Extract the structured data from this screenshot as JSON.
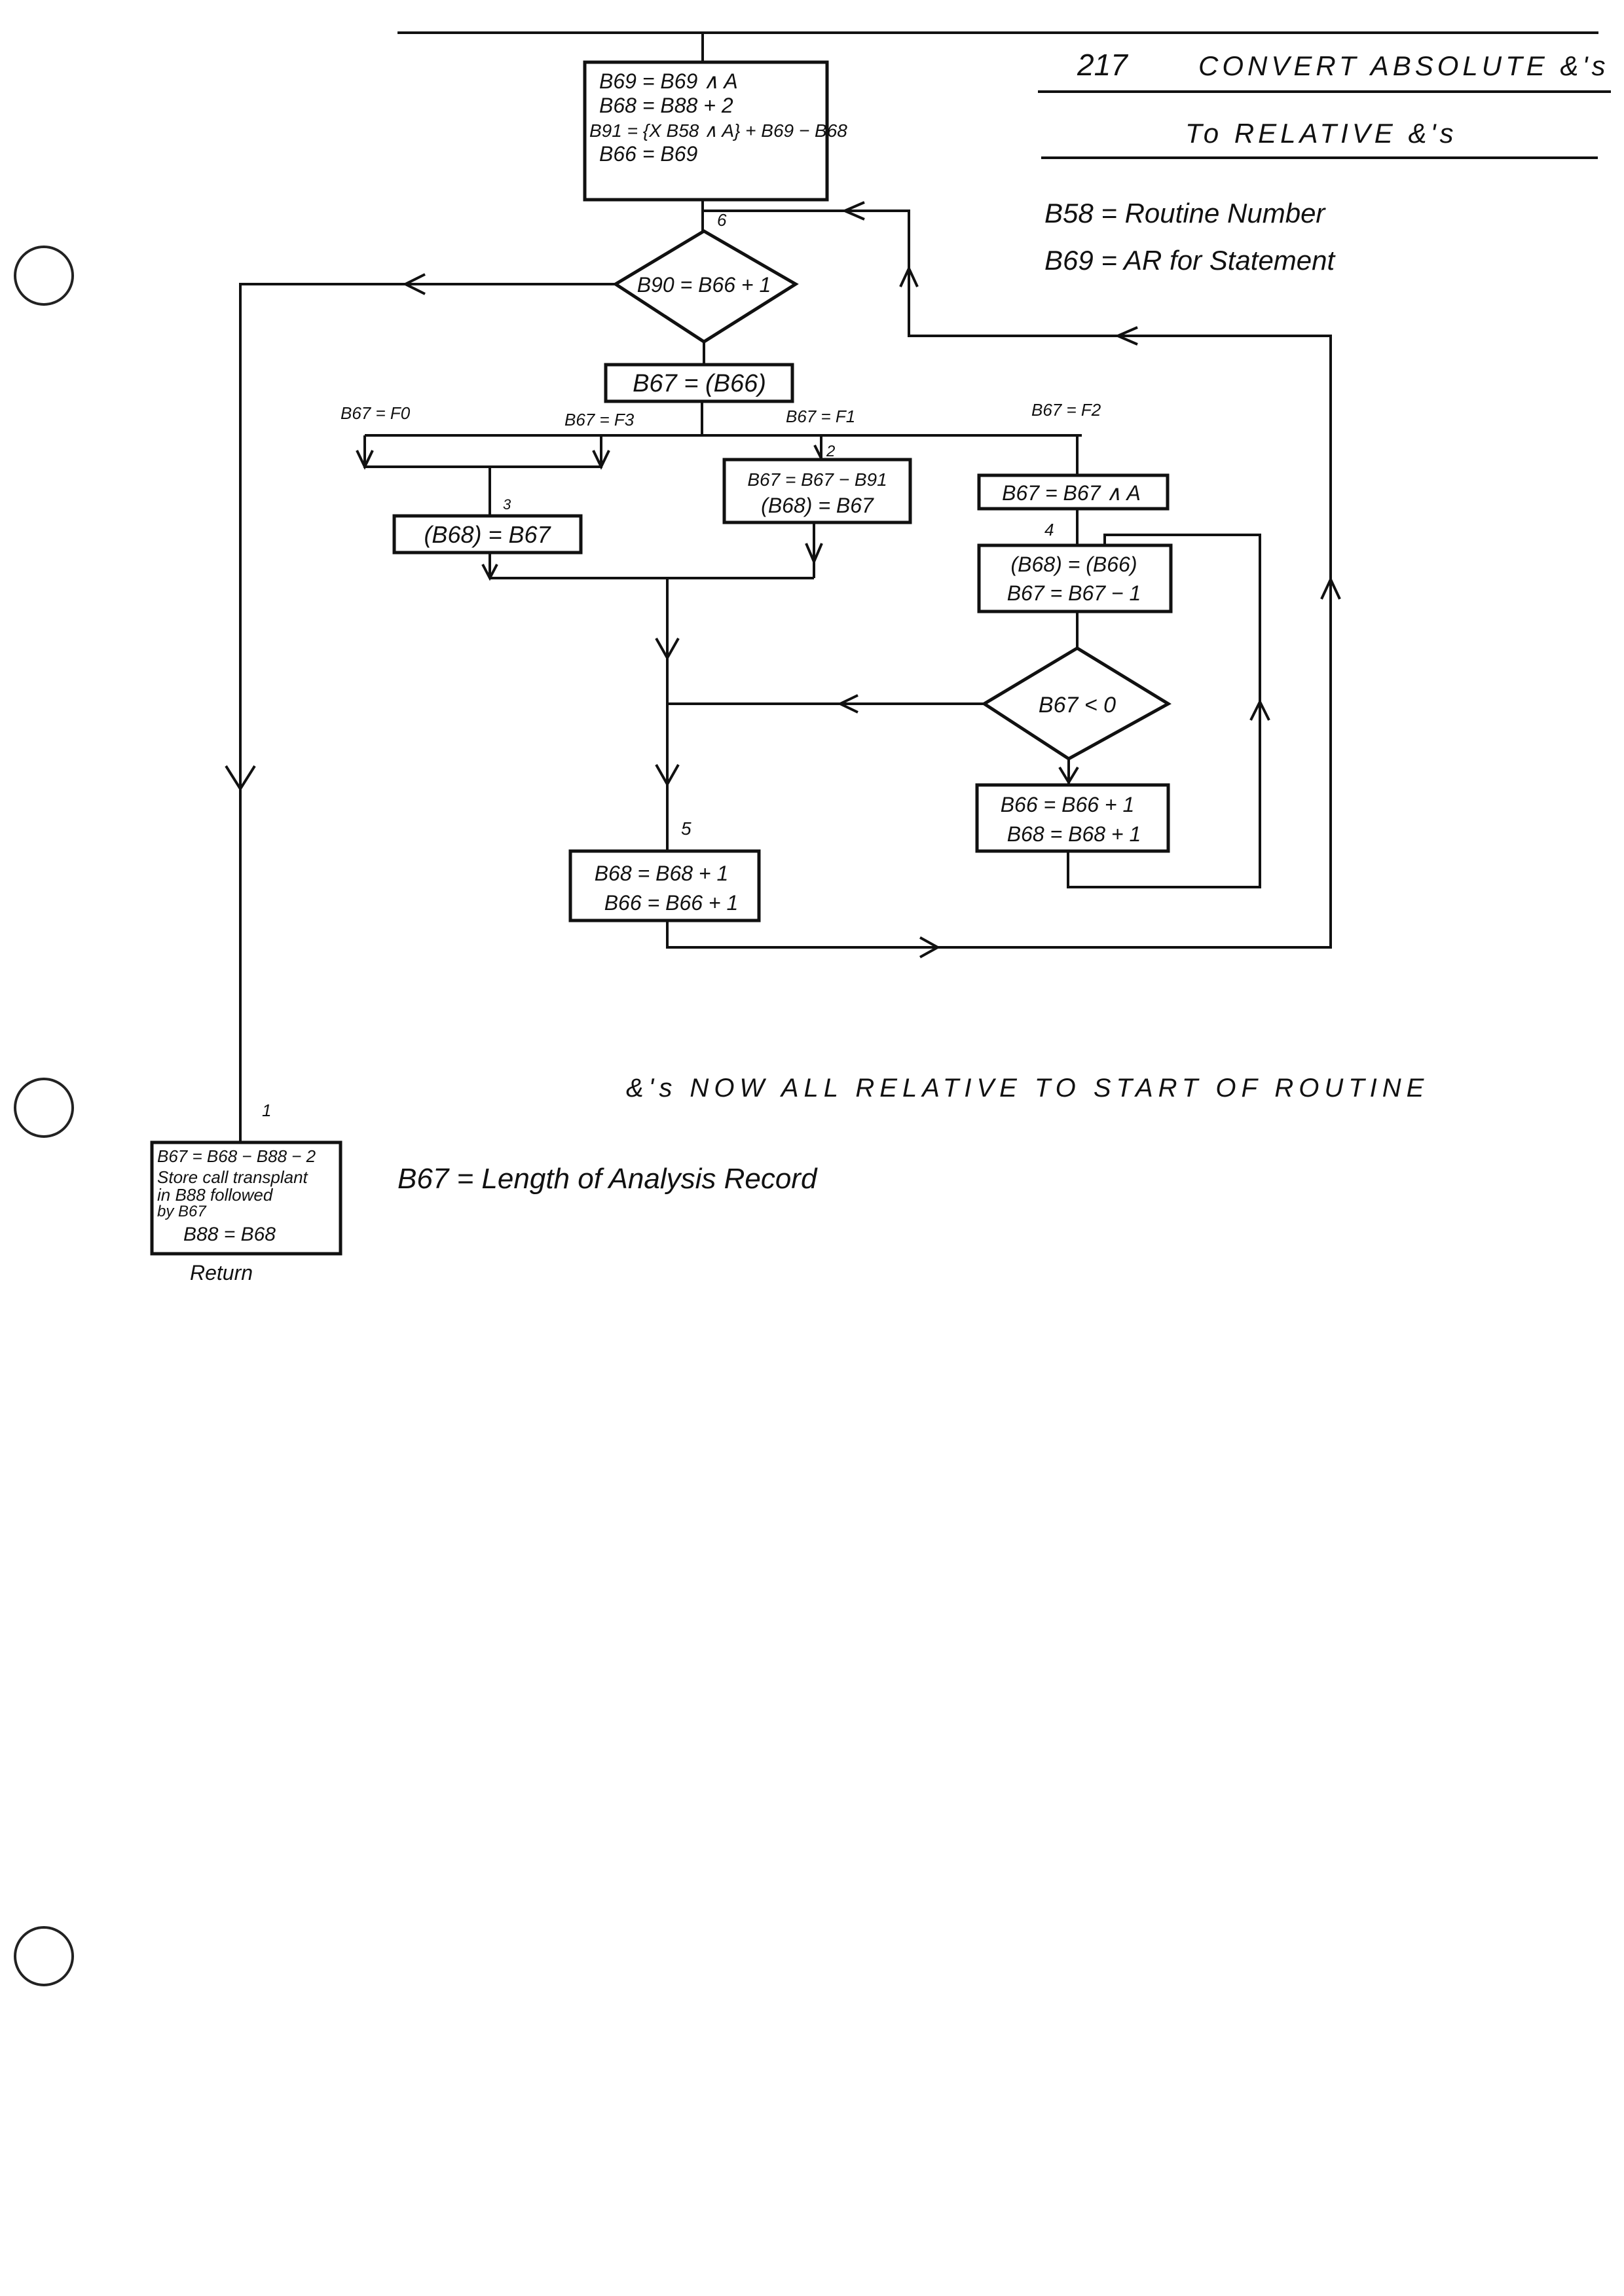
{
  "header": {
    "page_number": "217",
    "title_line1": "CONVERT ABSOLUTE &'s",
    "title_line2": "To RELATIVE &'s"
  },
  "legend": [
    {
      "text": "B58 = Routine Number"
    },
    {
      "text": "B69 = AR for Statement"
    }
  ],
  "flowchart": {
    "init_box": [
      "B69 = B69 ∧ A",
      "B68 = B88 + 2",
      "B91 = {X B58 ∧ A} + B69 − B68",
      "B66 = B69"
    ],
    "label_6": "6",
    "decision1": "B90 = B66 + 1",
    "fetch_box": "B67 = (B66)",
    "branch_labels": {
      "f0": "B67 = F0",
      "f3": "B67 = F3",
      "f1": "B67 = F1",
      "f2": "B67 = F2"
    },
    "label_3": "3",
    "box3": "(B68) = B67",
    "label_2": "2",
    "box2": [
      "B67 = B67 − B91",
      "(B68) = B67"
    ],
    "box_f2": "B67 = B67 ∧ A",
    "label_4": "4",
    "box4": [
      "(B68) = (B66)",
      "B67 = B67 − 1"
    ],
    "decision2": "B67 < 0",
    "box_inc": [
      "B66 = B66 + 1",
      "B68 = B68 + 1"
    ],
    "label_5": "5",
    "box5": [
      "B68 = B68 + 1",
      "B66 = B66 + 1"
    ],
    "label_1": "1",
    "exit_box": [
      "B67 = B68 − B88 − 2",
      "Store call transplant",
      "in B88 followed",
      "by B67",
      "B88 = B68"
    ],
    "return_label": "Return"
  },
  "notes": {
    "relative_note": "&'s NOW ALL RELATIVE TO START OF ROUTINE",
    "length_note": "B67 = Length of Analysis Record"
  }
}
